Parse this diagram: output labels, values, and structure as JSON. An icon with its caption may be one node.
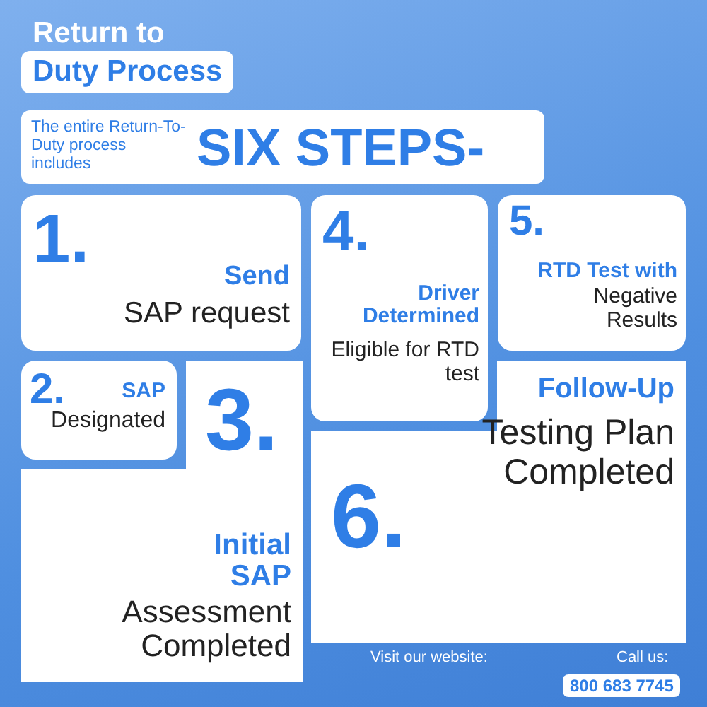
{
  "diagram": {
    "title": "Return to Duty Process",
    "nodes": [
      {
        "text": [
          "1.",
          "Send",
          "SAP request"
        ]
      },
      {
        "text": [
          "4.",
          "Driver Determined",
          "Eligible for RTD test"
        ]
      },
      {
        "text": [
          "5.",
          "RTD Test with",
          "Negative Results"
        ]
      },
      {
        "text": [
          "2.",
          "SAP",
          "Designated"
        ]
      },
      {
        "text": [
          "3.",
          "Initial SAP",
          "Assessment Completed"
        ]
      },
      {
        "text": [
          "6.",
          "Follow-Up",
          "Testing Plan Completed"
        ]
      }
    ],
    "labels": [
      "The entire Return-To-Duty process includes",
      "SIX STEPS-",
      "Visit our website:",
      "Call us:",
      "800 683 7745"
    ]
  }
}
